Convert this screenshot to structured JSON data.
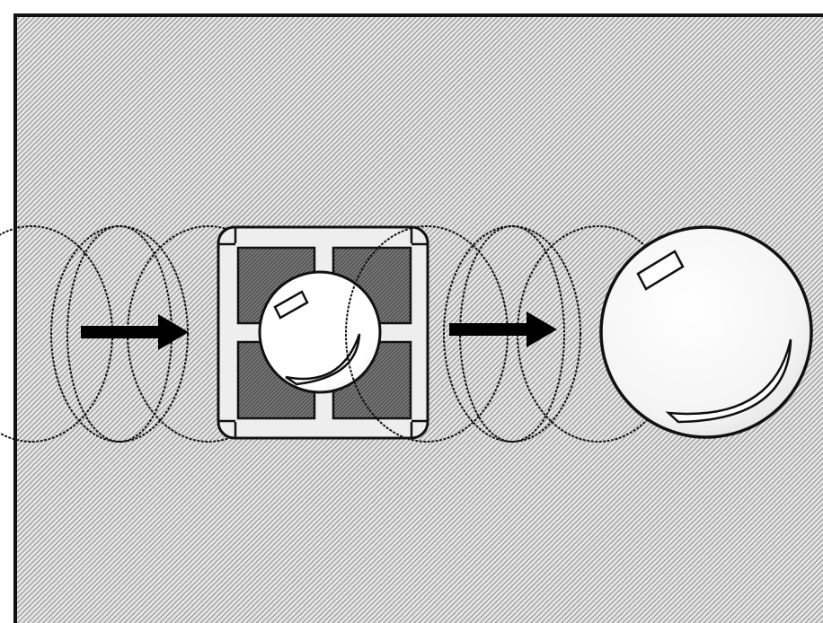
{
  "diagram": {
    "elements": [
      {
        "name": "input-magnetic-field",
        "kind": "overlapping field loops"
      },
      {
        "name": "input-arrow",
        "kind": "arrow pointing right"
      },
      {
        "name": "magnet-assembly",
        "kind": "square frame with four dark blocks and center bubble"
      },
      {
        "name": "center-bubble",
        "kind": "small glossy sphere"
      },
      {
        "name": "output-magnetic-field",
        "kind": "overlapping field loops"
      },
      {
        "name": "output-arrow",
        "kind": "arrow pointing right"
      },
      {
        "name": "output-bubble",
        "kind": "large glossy sphere"
      }
    ]
  },
  "colors": {
    "background_light": "#e6e6e6",
    "background_dark": "#8f8f8f",
    "frame": "#eeeeee",
    "block_light": "#7a7a7a",
    "block_dark": "#3a3a3a",
    "outline": "#111111",
    "sphere_fill": "#f2f2f2",
    "arrow": "#000000"
  }
}
